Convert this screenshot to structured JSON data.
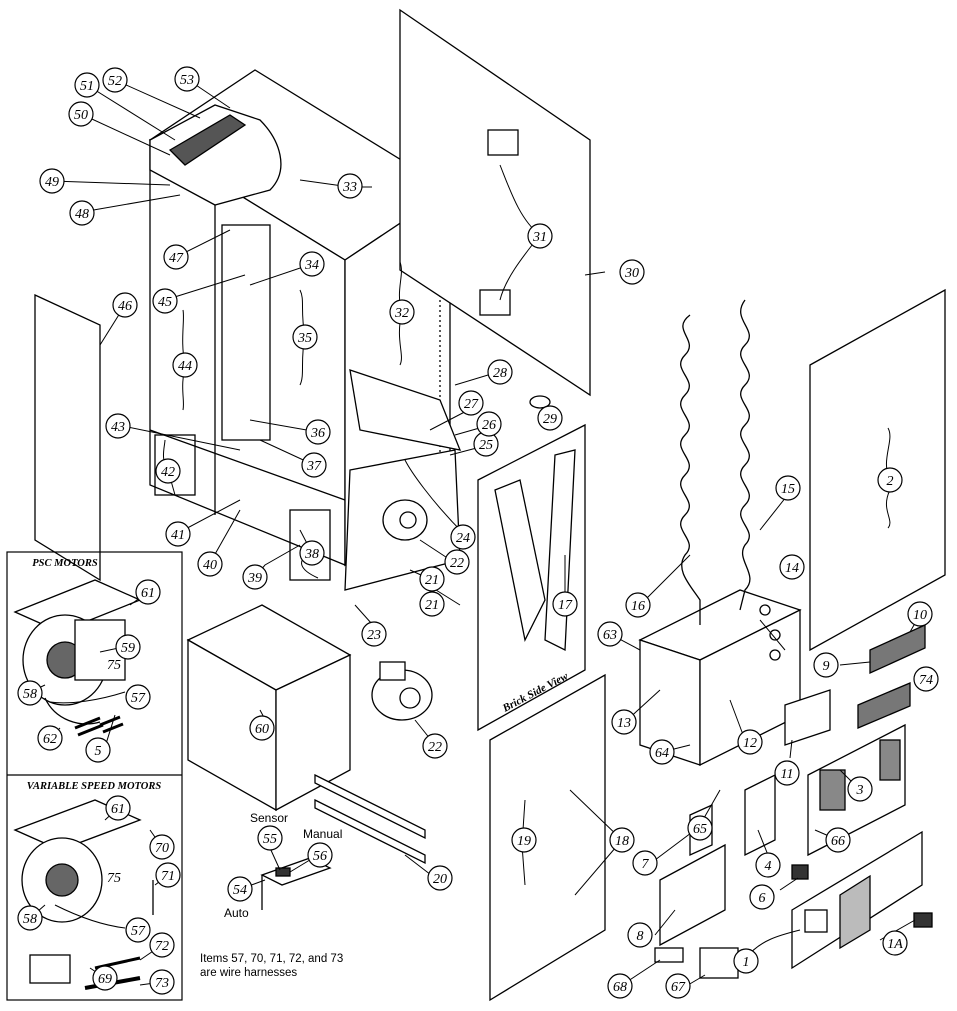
{
  "insets": {
    "psc_title": "PSC MOTORS",
    "vs_title": "VARIABLE SPEED MOTORS"
  },
  "labels": {
    "brick_side": "Brick Side View",
    "sensor": "Sensor",
    "manual": "Manual",
    "auto": "Auto"
  },
  "note": {
    "line1": "Items 57, 70, 71, 72, and 73",
    "line2": "are wire harnesses"
  },
  "callouts": [
    "1",
    "1A",
    "2",
    "3",
    "4",
    "5",
    "6",
    "7",
    "8",
    "9",
    "10",
    "11",
    "12",
    "13",
    "14",
    "15",
    "16",
    "17",
    "18",
    "19",
    "20",
    "21",
    "21",
    "22",
    "22",
    "23",
    "24",
    "25",
    "26",
    "27",
    "28",
    "29",
    "30",
    "31",
    "32",
    "33",
    "34",
    "35",
    "36",
    "37",
    "38",
    "39",
    "40",
    "41",
    "42",
    "43",
    "44",
    "45",
    "46",
    "47",
    "48",
    "49",
    "50",
    "51",
    "52",
    "53",
    "54",
    "55",
    "56",
    "57",
    "57",
    "58",
    "58",
    "59",
    "60",
    "61",
    "61",
    "62",
    "63",
    "64",
    "65",
    "66",
    "67",
    "68",
    "69",
    "70",
    "71",
    "72",
    "73",
    "74",
    "75",
    "75"
  ]
}
